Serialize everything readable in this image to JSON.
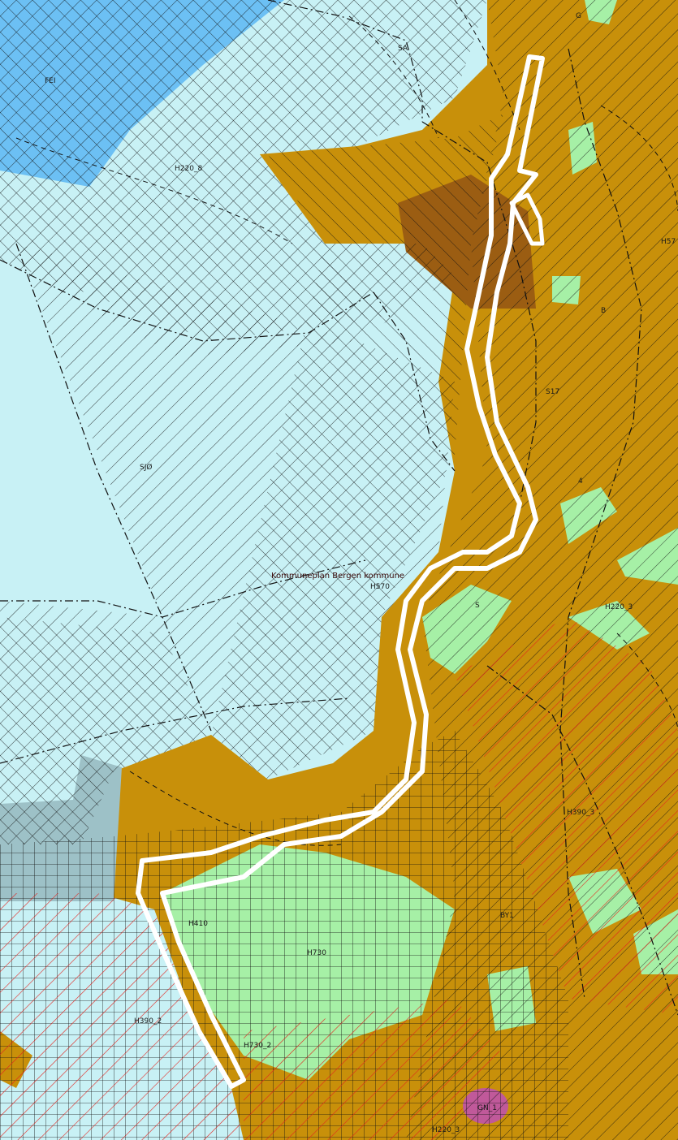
{
  "map": {
    "colors": {
      "sea": "#c8f1f5",
      "deep_sea": "#6cc0f4",
      "built": "#c8900a",
      "built_dark": "#9b5d12",
      "green": "#a6f0a6",
      "grey_blue": "#9dc1c7",
      "magenta": "#c0599a",
      "outline": "#ffffff",
      "hatch_black": "#111111",
      "hatch_red": "#e3231e"
    },
    "labels": {
      "title": "Kommuneplan Bergen kommune",
      "fei": "FEI",
      "sa": "SA",
      "h220_8": "H220_8",
      "sjo": "SJØ",
      "h570_center": "H570",
      "h570_right": "H57",
      "g_top": "G",
      "b_right": "B",
      "s_mid": "S",
      "h220_3": "H220_3",
      "h390_3": "H390_3",
      "h390_2": "H390_2",
      "by1": "BY1",
      "h730": "H730",
      "h730_2": "H730_2",
      "h410": "H410",
      "h220_bottom": "H220_3",
      "gn": "GN_1",
      "h4": "4",
      "s17": "S17"
    }
  }
}
